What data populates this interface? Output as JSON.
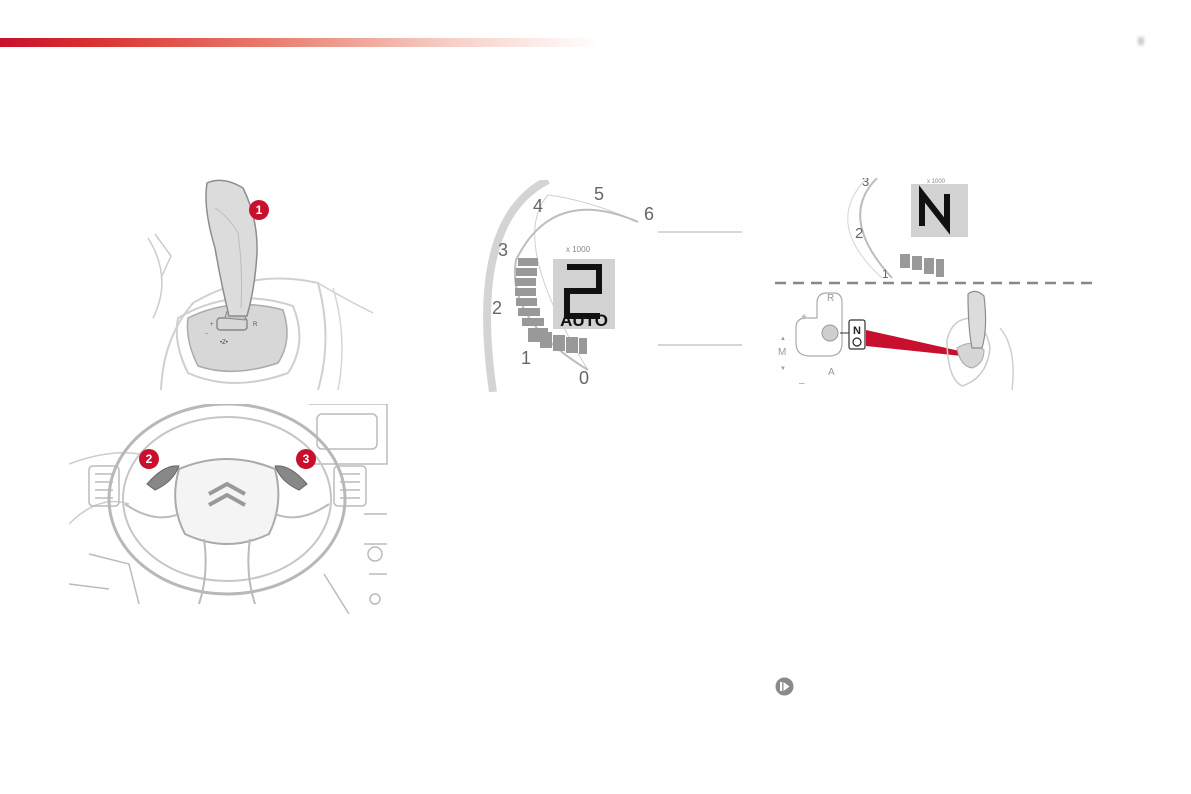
{
  "page": {
    "number": "ll"
  },
  "figures": {
    "gear_lever": {
      "callout": "1"
    },
    "steering_wheel": {
      "callouts": [
        "2",
        "3"
      ]
    },
    "instrument_auto": {
      "scale": [
        "0",
        "1",
        "2",
        "3",
        "4",
        "5",
        "6"
      ],
      "multiplier": "x 1000",
      "gear": "2",
      "mode": "AUTO"
    },
    "instrument_neutral": {
      "scale": [
        "1",
        "2",
        "3"
      ],
      "multiplier": "x 1000",
      "gear": "N"
    },
    "gate_diagram": {
      "plus": "+",
      "minus": "–",
      "m": "M",
      "r": "R",
      "a": "A",
      "n": "N",
      "up": "▲",
      "down": "▼"
    }
  },
  "nav": {
    "next_icon": "next-page-icon"
  }
}
